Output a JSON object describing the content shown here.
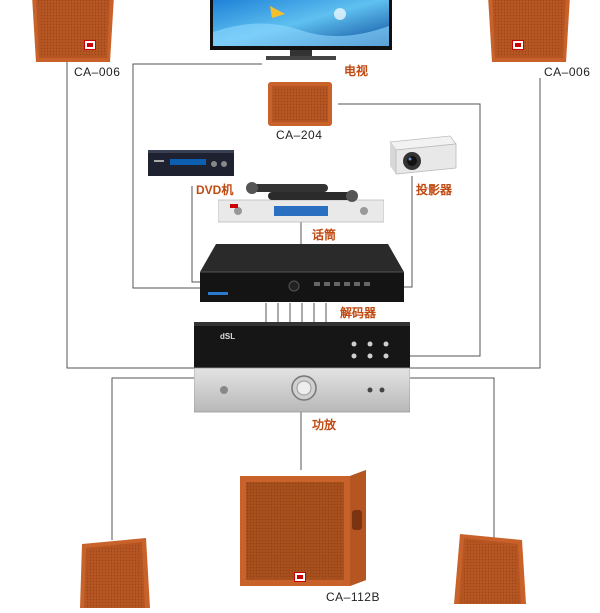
{
  "labels": {
    "tv": "电视",
    "speaker_left_top": "CA–006",
    "speaker_right_top": "CA–006",
    "center_speaker": "CA–204",
    "dvd": "DVD机",
    "projector": "投影器",
    "microphone": "话筒",
    "decoder": "解码器",
    "amplifier": "功放",
    "subwoofer": "CA–112B"
  },
  "amp_brand": "dSL",
  "colors": {
    "wood": "#c8622a",
    "wood_dark": "#9a4418",
    "label_accent": "#c04a12",
    "line": "#555555",
    "black_unit": "#1a1a1a",
    "silver": "#cfcfcf"
  }
}
